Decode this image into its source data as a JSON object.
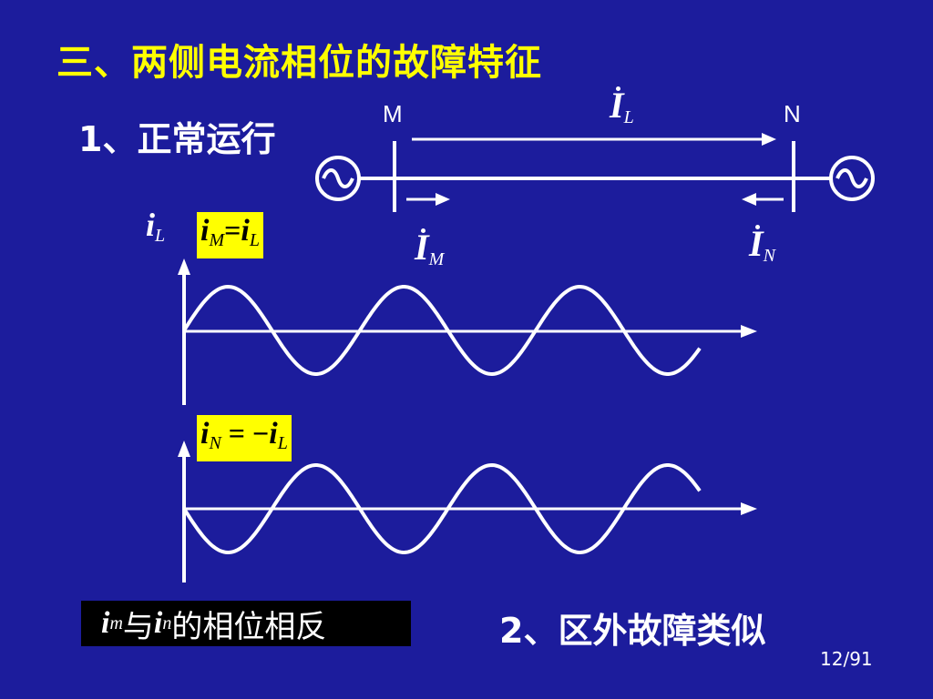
{
  "slide": {
    "title": "三、两侧电流相位的故障特征",
    "section1": "1、正常运行",
    "section2": "2、区外故障类似",
    "page": "12/91"
  },
  "line_diagram": {
    "bus_m": "M",
    "bus_n": "N",
    "phasor_line": {
      "symbol": "I",
      "sub": "L"
    },
    "phasor_m": {
      "symbol": "I",
      "sub": "M"
    },
    "phasor_n": {
      "symbol": "I",
      "sub": "N"
    }
  },
  "waveform_top": {
    "axis": {
      "symbol": "i",
      "sub": "L"
    },
    "relation": {
      "lhs": "i",
      "lhs_sub": "M",
      "op": "=",
      "rhs": "i",
      "rhs_sub": "L"
    }
  },
  "waveform_bottom": {
    "relation": {
      "lhs": "i",
      "lhs_sub": "N",
      "op": " = −",
      "rhs": "i",
      "rhs_sub": "L"
    }
  },
  "conclusion": {
    "a": "i",
    "a_sub": "m",
    "mid": "与",
    "b": "i",
    "b_sub": "n",
    "tail": "的相位相反"
  },
  "colors": {
    "background": "#1c1c9c",
    "title": "#ffff00",
    "highlight": "#ffff00",
    "line": "#ffffff"
  }
}
